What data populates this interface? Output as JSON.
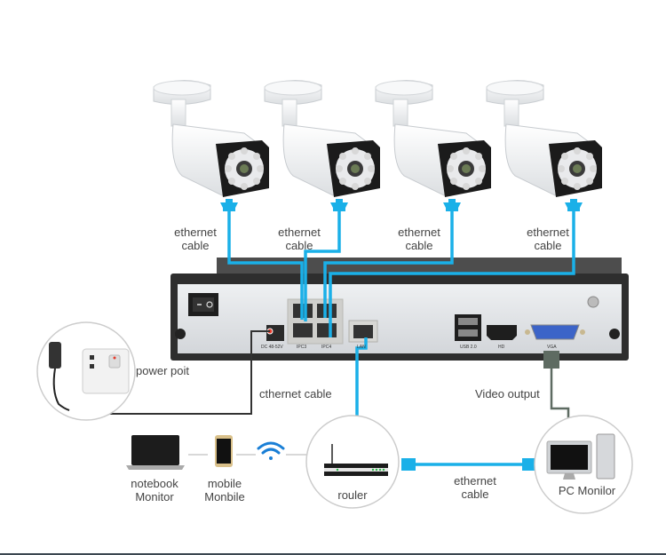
{
  "title": "IP camera NVR network connection diagram",
  "colors": {
    "cable": "#1ab0e8",
    "power_cable": "#333333",
    "vga_cable": "#5e6b62",
    "nvr_body": "#e2e3e5",
    "nvr_top": "#4a4a4a",
    "bottom_rule": "#3b4650"
  },
  "cameras": [
    {
      "id": "camera-1",
      "cable_label_line1": "ethernet",
      "cable_label_line2": "cable"
    },
    {
      "id": "camera-2",
      "cable_label_line1": "ethernet",
      "cable_label_line2": "cable"
    },
    {
      "id": "camera-3",
      "cable_label_line1": "ethernet",
      "cable_label_line2": "cable"
    },
    {
      "id": "camera-4",
      "cable_label_line1": "ethernet",
      "cable_label_line2": "cable"
    }
  ],
  "nvr": {
    "port_labels": {
      "power": "DC 48-52V",
      "ipc3": "IPC3",
      "ipc4": "IPC4",
      "lan": "LAN",
      "usb": "USB 2.0",
      "hd": "HD",
      "vga": "VGA"
    }
  },
  "labels": {
    "power_point": "power poit",
    "ethernet_to_router": "cthernet cable",
    "video_output": "Video output",
    "router": "rouler",
    "router_pc_cable_line1": "ethernet",
    "router_pc_cable_line2": "cable",
    "pc_monitor": "PC Monilor",
    "notebook_line1": "notebook",
    "notebook_line2": "Monitor",
    "mobile_line1": "mobile",
    "mobile_line2": "Monbile"
  },
  "icons": {
    "wifi": "wifi-icon",
    "camera": "bullet-camera-icon",
    "router": "router-icon",
    "pc": "desktop-pc-icon",
    "laptop": "laptop-icon",
    "phone": "smartphone-icon",
    "adapter": "power-adapter-icon",
    "socket": "wall-socket-icon"
  }
}
